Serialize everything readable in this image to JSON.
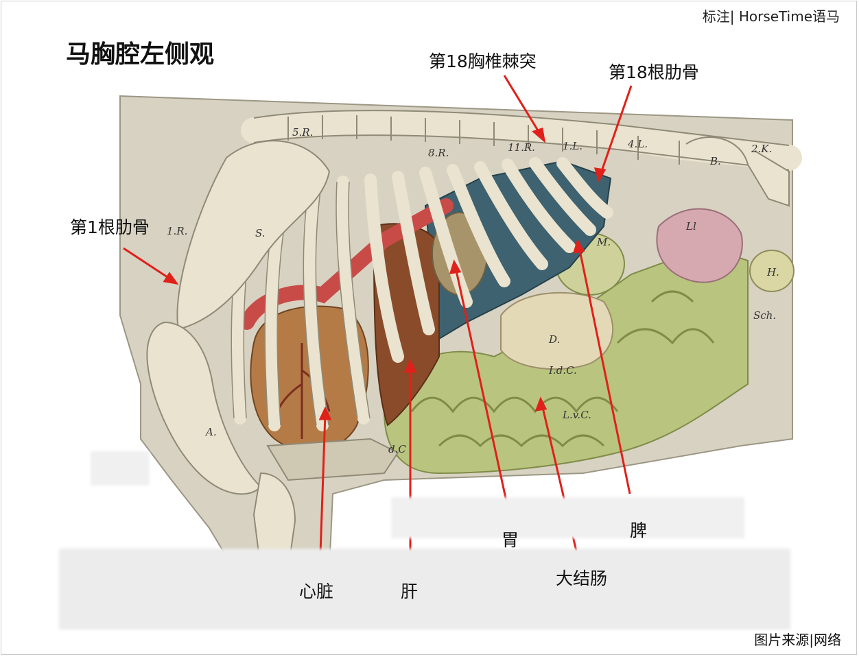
{
  "title": "马胸腔左侧观",
  "watermark": "标注| HorseTime语马",
  "source": "图片来源|网络",
  "labels": {
    "thoracic_spine_18": "第18胸椎棘突",
    "rib_18": "第18根肋骨",
    "rib_1": "第1根肋骨",
    "stomach": "胃",
    "spleen": "脾",
    "large_colon": "大结肠",
    "heart": "心脏",
    "liver": "肝"
  },
  "illustration_letters": {
    "S": "S.",
    "A": "A.",
    "B": "B.",
    "D": "D.",
    "M": "M.",
    "H": "H.",
    "Sch": "Sch.",
    "LI": "Ll",
    "IdC": "I.d.C.",
    "LvC": "L.v.C.",
    "dC": "d.C",
    "R5": "5.R.",
    "R8": "8.R.",
    "R11": "11.R.",
    "L1": "1.L.",
    "L4": "4.L.",
    "K2": "2.K.",
    "R1": "1.R."
  },
  "colors": {
    "arrow": "#e0201a",
    "bone": "#e9e3cf",
    "bone_edge": "#8f8a77",
    "lung_diaphragm": "#3e6270",
    "heart": "#b57b47",
    "liver": "#8a4b2a",
    "colon": "#b9c47e",
    "colon_dark": "#7f8c48",
    "vessel_red": "#c94b47",
    "body_bg": "#d8d2c2",
    "kidney": "#d6a8b0"
  }
}
